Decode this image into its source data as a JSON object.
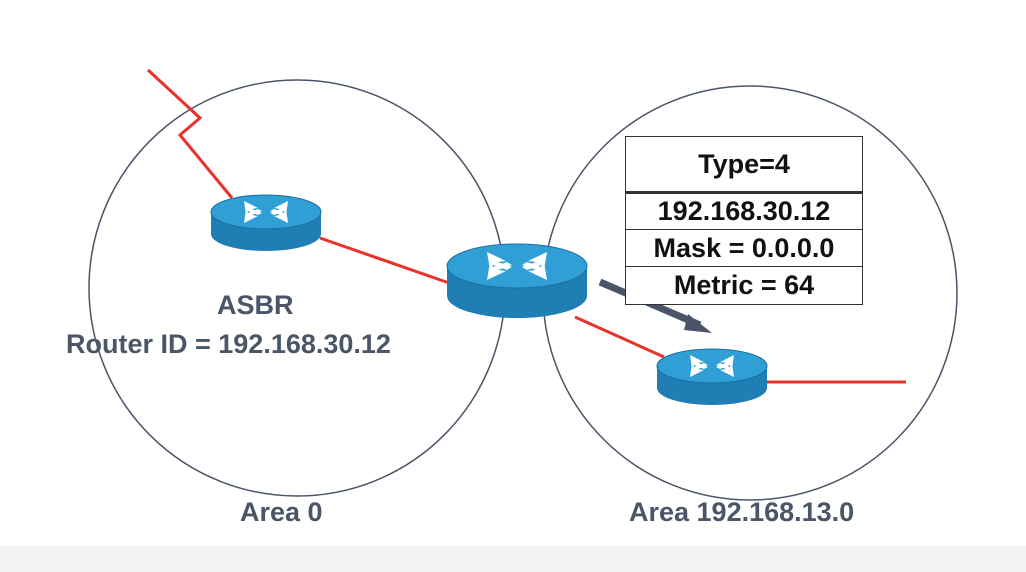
{
  "labels": {
    "asbr": "ASBR",
    "router_id": "Router ID  =  192.168.30.12",
    "area0": "Area 0",
    "area13": "Area 192.168.13.0"
  },
  "lsa": {
    "type": "Type=4",
    "link_state_id": "192.168.30.12",
    "mask": "Mask = 0.0.0.0",
    "metric": "Metric = 64"
  },
  "colors": {
    "area_circle": "#4a5568",
    "link": "#e8322a",
    "router_top": "#2f9fd6",
    "router_side": "#1f7eb4",
    "arrow": "#4a5568",
    "text": "#4a5568"
  },
  "icons": {
    "router": "router-icon",
    "arrow": "advertisement-arrow-icon"
  }
}
